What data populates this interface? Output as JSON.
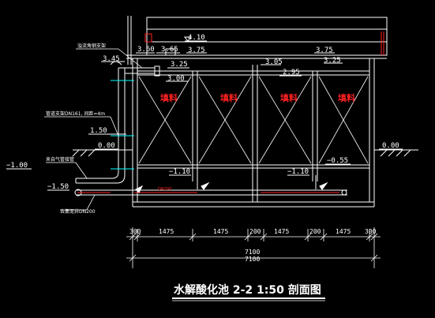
{
  "title": "水解酸化池 2-2 1:50 剖面图",
  "colors": {
    "background": "#000000",
    "line": "#ffffff",
    "yellow": "#ffff00",
    "green": "#00ff00",
    "cyan": "#00ffff",
    "red": "#ff2020",
    "magenta": "#ff00ff"
  },
  "elevations": {
    "e410": "4.10",
    "e375a": "3.75",
    "e375b": "3.75",
    "e365": "3.65",
    "e360": "3.60",
    "e345": "3.45",
    "e325a": "3.25",
    "e325b": "3.25",
    "e305": "3.05",
    "e300": "3.00",
    "e295": "2.95",
    "e150": "1.50",
    "e000l": "0.00",
    "e000r": "0.00",
    "em100": "−1.00",
    "em110a": "−1.10",
    "em110b": "−1.10",
    "em150": "−1.50",
    "em055": "−0.55"
  },
  "fill_labels": [
    "填料",
    "填料",
    "填料",
    "填料"
  ],
  "annotations": {
    "valve_support": "溢流角钢支架",
    "pipe_support": "管道支架DN161, 间距=4m",
    "air_inlet": "来自气管接管",
    "drain": "去集泥井DN200",
    "pipe_tag": "DN200"
  },
  "dimensions": {
    "segments": [
      "300",
      "1475",
      "1475",
      "200",
      "1475",
      "200",
      "1475",
      "300"
    ],
    "total_a": "7100",
    "total_b": "7100"
  }
}
